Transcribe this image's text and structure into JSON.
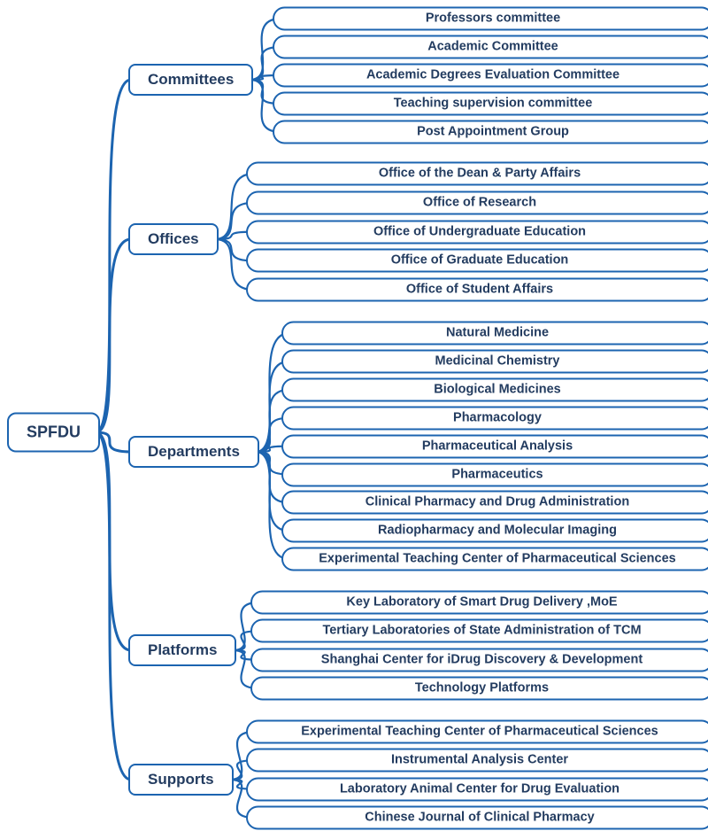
{
  "root": {
    "label": "SPFDU"
  },
  "branches": [
    {
      "label": "Committees",
      "children": [
        "Professors committee",
        "Academic Committee",
        "Academic Degrees Evaluation Committee",
        "Teaching supervision committee",
        "Post Appointment Group"
      ]
    },
    {
      "label": "Offices",
      "children": [
        "Office of  the Dean & Party Affairs",
        "Office of Research",
        "Office of Undergraduate Education",
        "Office of Graduate Education",
        "Office of Student Affairs"
      ]
    },
    {
      "label": "Departments",
      "children": [
        "Natural Medicine",
        "Medicinal Chemistry",
        "Biological Medicines",
        "Pharmacology",
        "Pharmaceutical Analysis",
        "Pharmaceutics",
        "Clinical Pharmacy and Drug Administration",
        "Radiopharmacy and Molecular Imaging",
        "Experimental Teaching Center of Pharmaceutical Sciences"
      ]
    },
    {
      "label": "Platforms",
      "children": [
        "Key Laboratory of Smart Drug Delivery ,MoE",
        "Tertiary Laboratories of State Administration of TCM",
        "Shanghai Center for iDrug Discovery & Development",
        "Technology Platforms"
      ]
    },
    {
      "label": "Supports",
      "children": [
        "Experimental Teaching Center of Pharmaceutical Sciences",
        "Instrumental Analysis Center",
        "Laboratory Animal Center for Drug Evaluation",
        "Chinese Journal of Clinical Pharmacy"
      ]
    }
  ],
  "colors": {
    "line": "#1c64b0",
    "node_border": "#1c64b0",
    "text": "#233c60",
    "background": "#ffffff"
  }
}
